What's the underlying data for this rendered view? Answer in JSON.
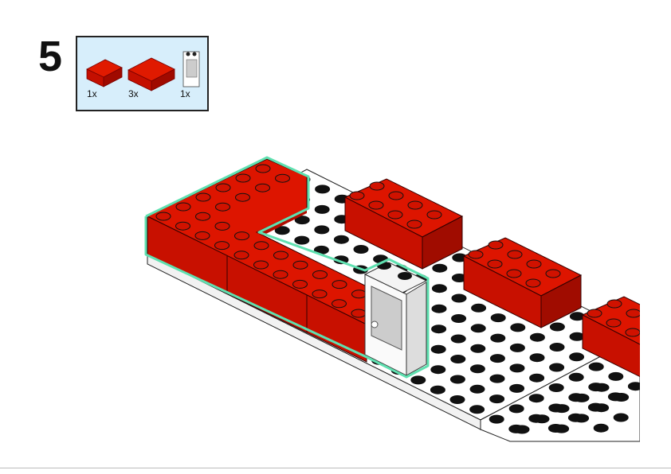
{
  "step": {
    "number": "5"
  },
  "parts_list": [
    {
      "part": "red-brick-2x3",
      "quantity": "1x"
    },
    {
      "part": "red-brick-2x4",
      "quantity": "3x"
    },
    {
      "part": "white-door-frame",
      "quantity": "1x"
    }
  ],
  "colors": {
    "brick": "#cc1100",
    "highlight": "#5fe0b0",
    "parts_bg": "#d7eefb"
  }
}
